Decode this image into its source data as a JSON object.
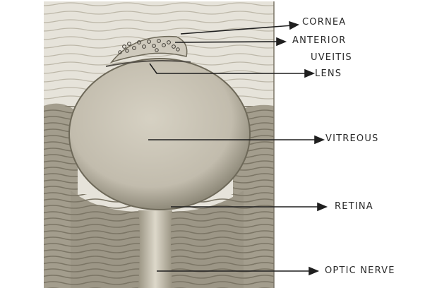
{
  "diagram": {
    "labels": {
      "cornea": "CORNEA",
      "anterior_uveitis_line1": "ANTERIOR",
      "anterior_uveitis_line2": "UVEITIS",
      "lens": "LENS",
      "vitreous": "VITREOUS",
      "retina": "RETINA",
      "optic_nerve": "OPTIC NERVE"
    },
    "colors": {
      "paper": "#ffffff",
      "drawing_bg": "#e3e0d6",
      "shading": "#8a8473",
      "eyeball_fill": "#c9c4b5",
      "ink": "#1f1f1f"
    }
  }
}
